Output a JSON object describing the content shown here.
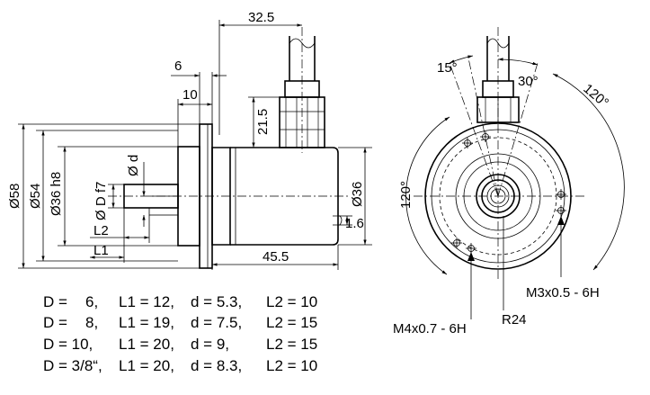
{
  "side_view": {
    "top_dims": [
      "32.5",
      "6",
      "10"
    ],
    "cable_gland": "21.5",
    "left_dims": [
      "Ø58",
      "Ø54",
      "Ø36 h8",
      "Ø D f7",
      "Ø d"
    ],
    "shaft_dims": [
      "L2",
      "L1"
    ],
    "right_dims": [
      "Ø36",
      "1.6"
    ],
    "bottom_dim": "45.5"
  },
  "front_view": {
    "angles": [
      "15°",
      "30°",
      "120°",
      "120°"
    ],
    "threads": [
      "M3x0.5 - 6H",
      "M4x0.7 - 6H"
    ],
    "radius": "R24"
  },
  "specs": [
    [
      "D =",
      "6,",
      "L1 = 12,",
      "d = 5.3,",
      "L2 = 10"
    ],
    [
      "D =",
      "8,",
      "L1 = 19,",
      "d = 7.5,",
      "L2 = 15"
    ],
    [
      "D = 10,",
      "",
      "L1 = 20,",
      "d = 9,",
      "L2 = 15"
    ],
    [
      "D = 3/8“,",
      "",
      "L1 = 20,",
      "d = 8.3,",
      "L2 = 10"
    ]
  ]
}
